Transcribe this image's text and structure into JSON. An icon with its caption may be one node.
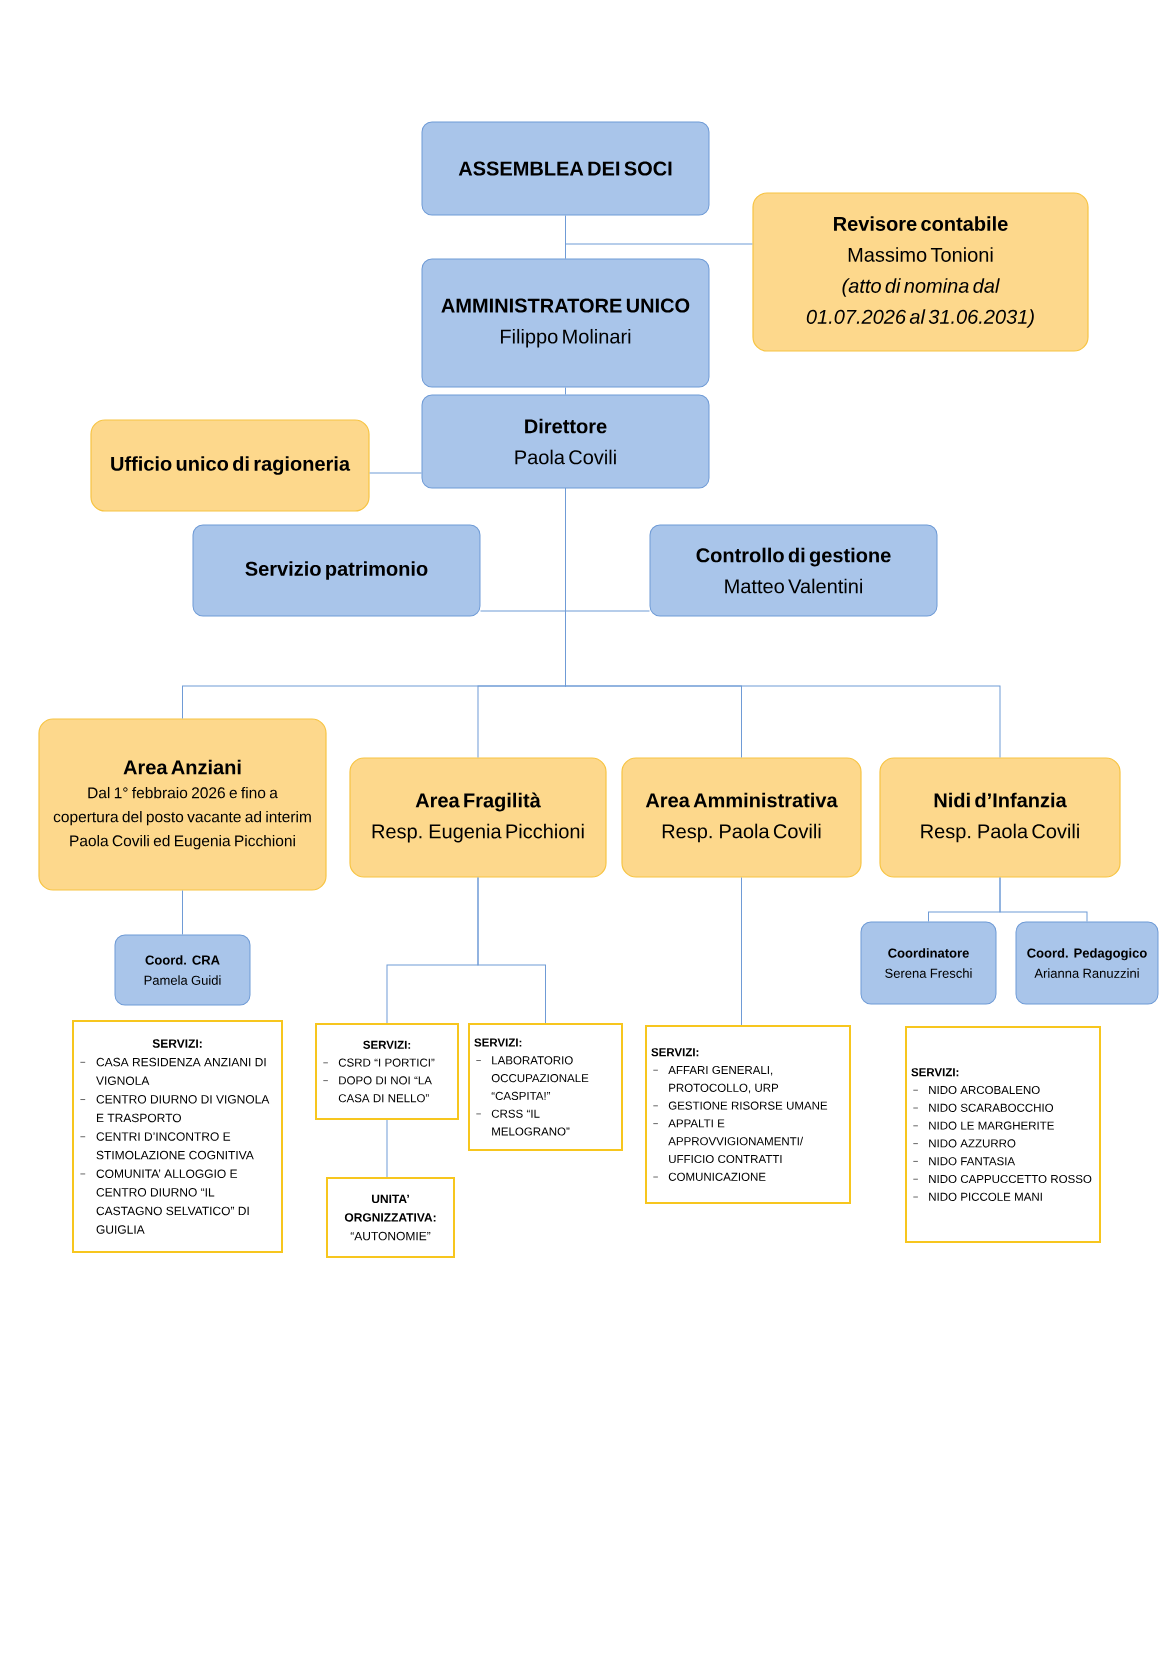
{
  "diagram": {
    "nodes": [
      {
        "text": [
          "ASSEMBLEA DEI SOCI"
        ]
      },
      {
        "text": [
          "AMMINISTRATORE UNICO",
          "Filippo Molinari"
        ]
      },
      {
        "text": [
          "Revisore contabile",
          "Massimo Tonioni",
          "(atto di nomina dal 01.07.2026 al 31.06.2031)"
        ]
      },
      {
        "text": [
          "Direttore",
          "Paola Covili"
        ]
      },
      {
        "text": [
          "Ufficio unico di ragioneria"
        ]
      },
      {
        "text": [
          "Servizio patrimonio"
        ]
      },
      {
        "text": [
          "Controllo di gestione",
          "Matteo Valentini"
        ]
      },
      {
        "text": [
          "Area Anziani",
          "Dal 1° febbraio 2026 e fino a copertura del posto vacante ad interim Paola Covili ed Eugenia Picchioni"
        ]
      },
      {
        "text": [
          "Area Fragilità",
          "Resp. Eugenia Picchioni"
        ]
      },
      {
        "text": [
          "Area Amministrativa",
          "Resp. Paola Covili"
        ]
      },
      {
        "text": [
          "Nidi d’Infanzia",
          "Resp. Paola Covili"
        ]
      },
      {
        "text": [
          "Coord. CRA",
          "Pamela Guidi"
        ]
      },
      {
        "text": [
          "Coordinatore",
          "Serena Freschi"
        ]
      },
      {
        "text": [
          "Coord. Pedagogico",
          "Arianna Ranuzzini"
        ]
      },
      {
        "text": [
          "SERVIZI:",
          "CASA RESIDENZA ANZIANI DI VIGNOLA",
          "CENTRO DIURNO DI VIGNOLA E TRASPORTO",
          "CENTRI D’INCONTRO E STIMOLAZIONE COGNITIVA",
          "COMUNITA’ ALLOGGIO E CENTRO DIURNO “IL CASTAGNO SELVATICO” DI GUIGLIA"
        ]
      },
      {
        "text": [
          "SERVIZI:",
          "CSRD “I PORTICI”",
          "DOPO DI NOI “LA CASA DI NELLO”"
        ]
      },
      {
        "text": [
          "SERVIZI:",
          "LABORATORIO OCCUPAZIONALE “CASPITA!”",
          "CRSS “IL MELOGRANO”"
        ]
      },
      {
        "text": [
          "UNITA’ ORGNIZZATIVA:",
          "“AUTONOMIE”"
        ]
      },
      {
        "text": [
          "SERVIZI:",
          "AFFARI GENERALI, PROTOCOLLO, URP",
          "GESTIONE RISORSE UMANE",
          "APPALTI E APPROVVIGIONAMENTI/ UFFICIO CONTRATTI",
          "COMUNICAZIONE"
        ]
      },
      {
        "text": [
          "SERVIZI:",
          "NIDO ARCOBALENO",
          "NIDO SCARABOCCHIO",
          "NIDO LE MARGHERITE",
          "NIDO AZZURRO",
          "NIDO FANTASIA",
          "NIDO CAPPUCCETTO ROSSO",
          "NIDO PICCOLE MANI"
        ]
      }
    ],
    "edges": [
      {
        "from": 0,
        "to": 1,
        "arrow": "none"
      },
      {
        "from": 2,
        "to": 1,
        "arrow": "none"
      },
      {
        "from": 1,
        "to": 3,
        "arrow": "none"
      },
      {
        "from": 4,
        "to": 3,
        "arrow": "none"
      },
      {
        "from": 3,
        "to": 5,
        "arrow": "none"
      },
      {
        "from": 3,
        "to": 6,
        "arrow": "none"
      },
      {
        "from": 3,
        "to": 7,
        "arrow": "none"
      },
      {
        "from": 3,
        "to": 8,
        "arrow": "none"
      },
      {
        "from": 3,
        "to": 9,
        "arrow": "none"
      },
      {
        "from": 3,
        "to": 10,
        "arrow": "none"
      },
      {
        "from": 7,
        "to": 11,
        "arrow": "none"
      },
      {
        "from": 8,
        "to": 15,
        "arrow": "none"
      },
      {
        "from": 8,
        "to": 16,
        "arrow": "none"
      },
      {
        "from": 9,
        "to": 18,
        "arrow": "none"
      },
      {
        "from": 15,
        "to": 17,
        "arrow": "none"
      },
      {
        "from": 10,
        "to": 12,
        "arrow": "none"
      },
      {
        "from": 10,
        "to": 13,
        "arrow": "none"
      }
    ]
  }
}
